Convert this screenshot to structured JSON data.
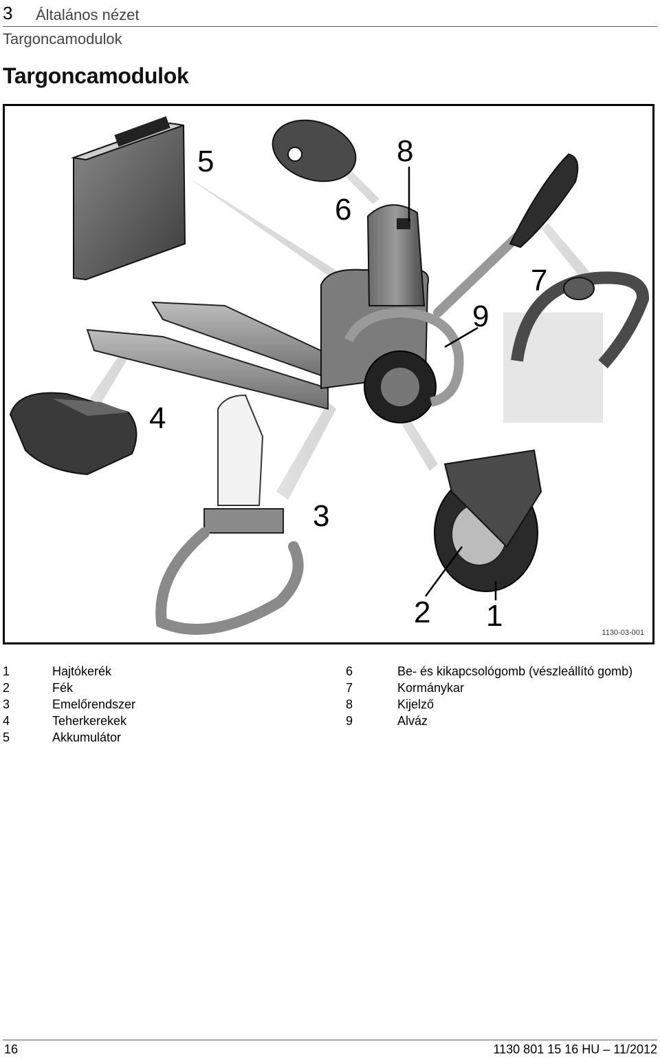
{
  "header": {
    "chapter_number": "3",
    "chapter_title": "Általános nézet",
    "running_subtitle": "Targoncamodulok"
  },
  "section": {
    "heading": "Targoncamodulok"
  },
  "figure": {
    "reference": "1130-03-001",
    "callouts": [
      "1",
      "2",
      "3",
      "4",
      "5",
      "6",
      "7",
      "8",
      "9"
    ]
  },
  "legend": {
    "left": [
      {
        "num": "1",
        "label": "Hajtókerék"
      },
      {
        "num": "2",
        "label": "Fék"
      },
      {
        "num": "3",
        "label": "Emelőrendszer"
      },
      {
        "num": "4",
        "label": "Teherkerekek"
      },
      {
        "num": "5",
        "label": "Akkumulátor"
      }
    ],
    "right": [
      {
        "num": "6",
        "label": "Be- és kikapcsológomb (vészleállító gomb)"
      },
      {
        "num": "7",
        "label": "Kormánykar"
      },
      {
        "num": "8",
        "label": "Kijelző"
      },
      {
        "num": "9",
        "label": "Alváz"
      }
    ]
  },
  "footer": {
    "page_number": "16",
    "document_id": "1130 801 15 16 HU – 11/2012"
  }
}
